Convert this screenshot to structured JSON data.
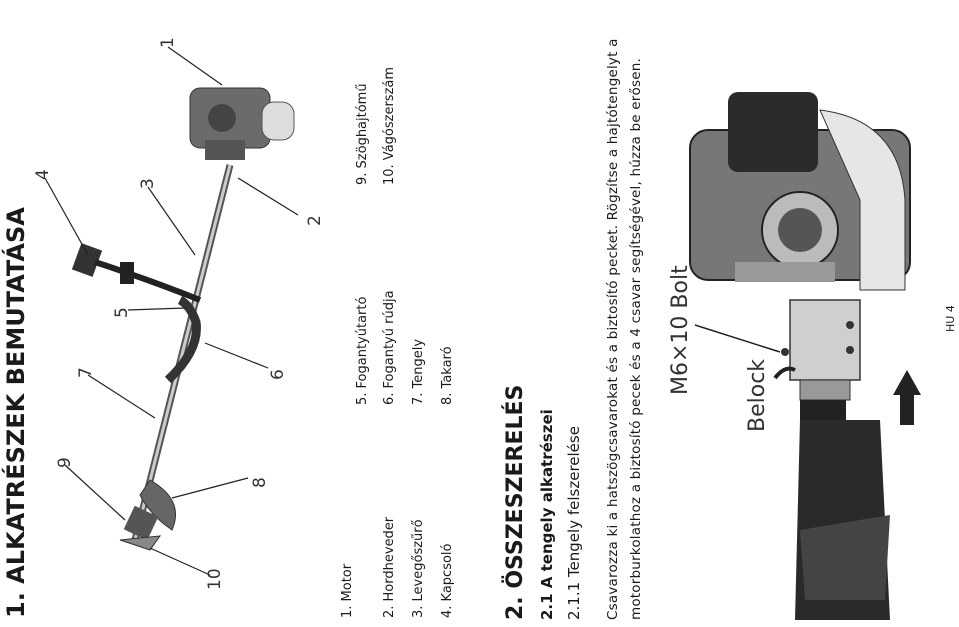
{
  "section1": {
    "title": "1. ALKATRÉSZEK BEMUTATÁSA"
  },
  "parts": {
    "col1": [
      "1. Motor",
      "2. Hordheveder",
      "3. Levegőszűrő",
      "4. Kapcsoló"
    ],
    "col2": [
      "5. Fogantyútartó",
      "6. Fogantyú rúdja",
      "7. Tengely",
      "8. Takaró"
    ],
    "col3": [
      "9. Szöghajtómű",
      "10. Vágószerszám"
    ]
  },
  "callouts": [
    "1",
    "2",
    "3",
    "4",
    "5",
    "6",
    "7",
    "8",
    "9",
    "10"
  ],
  "section2": {
    "title": "2. ÖSSZESZERELÉS",
    "subtitle": "2.1 A tengely alkatrészei",
    "subsubtitle": "2.1.1 Tengely felszerelése",
    "para_line1": "Csavarozza ki a hatszögcsavarokat és a biztosító pecket. Rögzítse a hajtótengelyt a",
    "para_line2": "motorburkolathoz a biztosító pecek és a 4 csavar segítségével, húzza be erősen."
  },
  "figure2": {
    "label_bolt": "M6×10 Bolt",
    "label_belock": "Belock"
  },
  "footer": {
    "page": "HU 4"
  }
}
